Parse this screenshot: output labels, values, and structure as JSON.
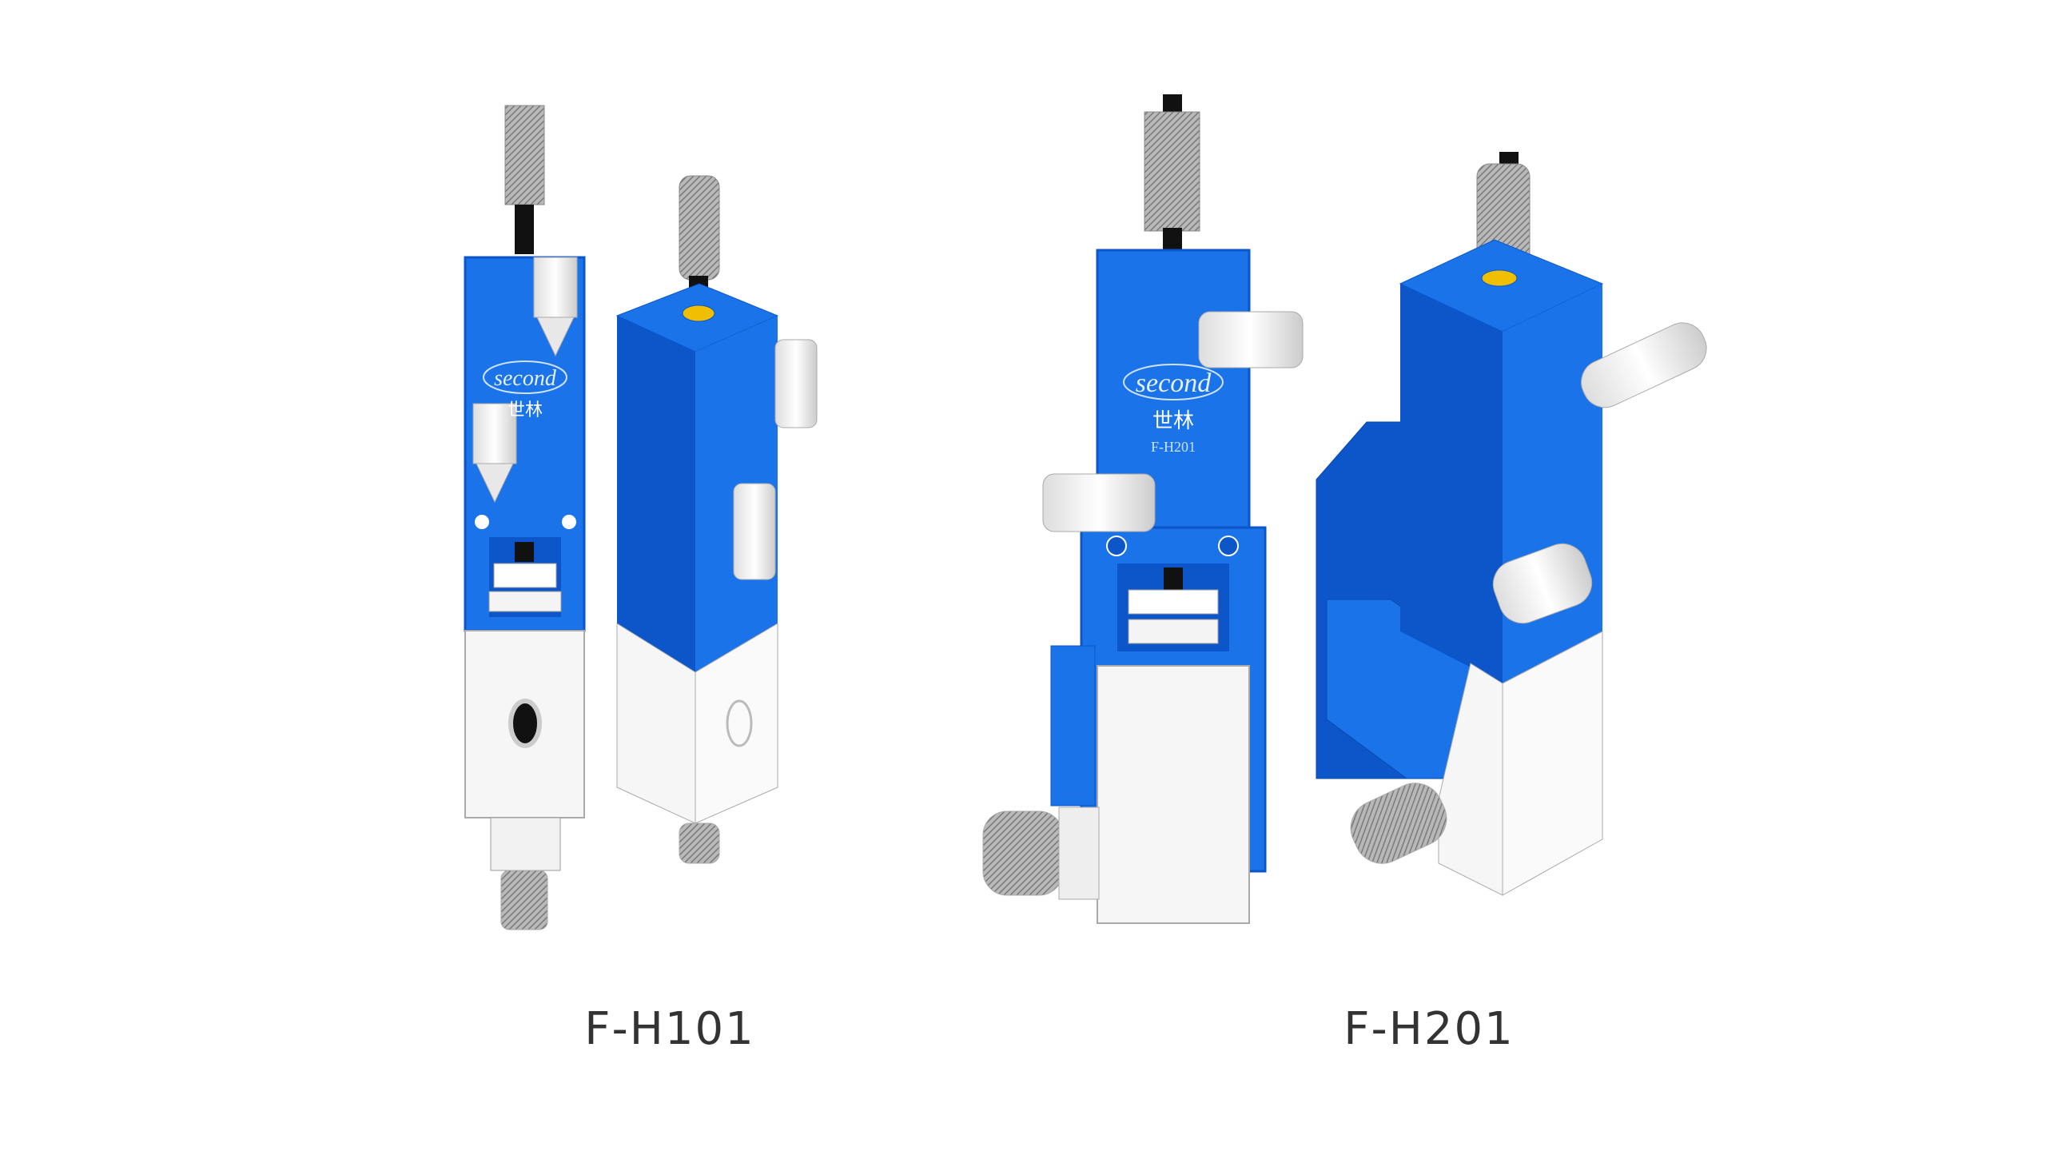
{
  "products": [
    {
      "model": "F-H101",
      "logo_text": "second",
      "logo_cn": "世林"
    },
    {
      "model": "F-H201",
      "logo_text": "second",
      "logo_cn": "世林",
      "body_model_text": "F-H201"
    }
  ],
  "colors": {
    "body_blue": "#1a73e8",
    "body_blue_dark": "#0c56c9",
    "white_part": "#f4f4f4",
    "outline": "#9aa0a6"
  }
}
